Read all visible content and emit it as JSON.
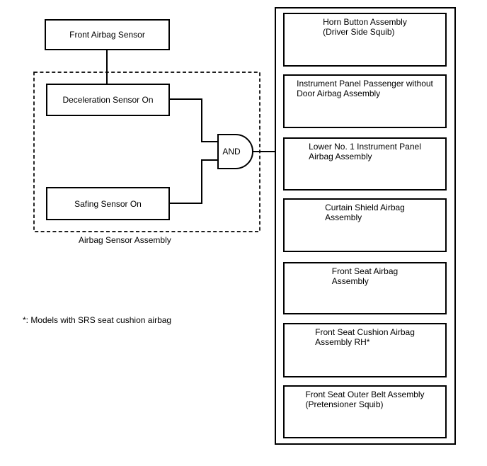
{
  "diagram": {
    "background_color": "#ffffff",
    "line_color": "#000000",
    "nodes": {
      "front_airbag_sensor": "Front Airbag Sensor",
      "deceleration_sensor": "Deceleration Sensor On",
      "safing_sensor": "Safing Sensor On"
    },
    "gate": {
      "label": "AND"
    },
    "labels": {
      "sensor_assembly_caption": "Airbag Sensor Assembly",
      "footnote": "*: Models with SRS seat cushion airbag"
    },
    "right_panel": {
      "items": [
        {
          "line1": "Horn Button Assembly",
          "line2": "(Driver Side Squib)"
        },
        {
          "line1": "Instrument Panel Passenger without",
          "line2": "Door Airbag Assembly"
        },
        {
          "line1": "Lower No. 1 Instrument Panel",
          "line2": "Airbag Assembly"
        },
        {
          "line1": "Curtain Shield Airbag",
          "line2": "Assembly"
        },
        {
          "line1": "Front Seat Airbag",
          "line2": "Assembly"
        },
        {
          "line1": "Front Seat Cushion Airbag",
          "line2": "Assembly RH*"
        },
        {
          "line1": "Front Seat Outer Belt Assembly",
          "line2": "(Pretensioner Squib)"
        }
      ]
    }
  }
}
